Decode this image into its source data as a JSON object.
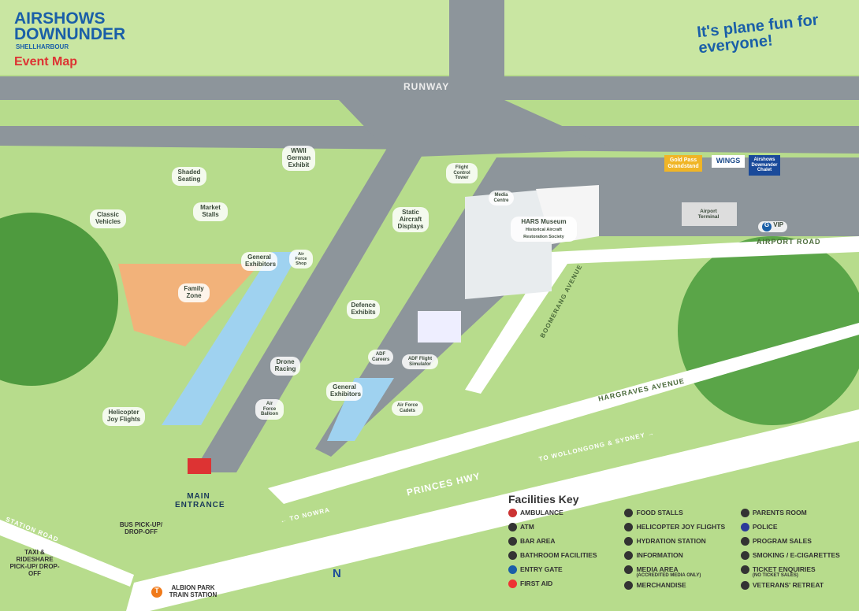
{
  "header": {
    "logo_title": "AIRSHOWS DOWNUNDER",
    "logo_subtitle": "SHELLHARBOUR",
    "map_title": "Event Map",
    "slogan": "It's plane fun for everyone!"
  },
  "roads": {
    "runway": "RUNWAY",
    "airport_road": "AIRPORT ROAD",
    "boomerang": "BOOMERANG AVENUE",
    "hargraves": "HARGRAVES AVENUE",
    "princes": "PRINCES HWY",
    "to_sydney": "TO WOLLONGONG & SYDNEY →",
    "to_nowra": "← TO NOWRA",
    "station_road": "STATION ROAD"
  },
  "places": {
    "wwii": "WWII German Exhibit",
    "seating": "Shaded Seating",
    "tower": "Flight Control Tower",
    "market": "Market Stalls",
    "classic": "Classic Vehicles",
    "static": "Static Aircraft Displays",
    "media": "Media Centre",
    "hars": "HARS Museum",
    "hars_sub": "Historical Aircraft Restoration Society",
    "gold": "Gold Pass Grandstand",
    "wings": "WINGS",
    "chalet": "Airshows Downunder Chalet",
    "terminal": "Airport Terminal",
    "vip": "VIP",
    "gen1": "General Exhibitors",
    "af_shop": "Air Force Shop",
    "family": "Family Zone",
    "defence": "Defence Exhibits",
    "drone": "Drone Racing",
    "adf_careers": "ADF Careers",
    "adf_sim": "ADF Flight Simulator",
    "gen2": "General Exhibitors",
    "balloon": "Air Force Balloon",
    "cadets": "Air Force Cadets",
    "heli": "Helicopter Joy Flights",
    "main": "MAIN ENTRANCE",
    "bus": "BUS PICK-UP/ DROP-OFF",
    "taxi": "TAXI & RIDESHARE PICK-UP/ DROP-OFF",
    "train": "ALBION PARK TRAIN STATION",
    "north": "N",
    "gate": "G",
    "train_icon": "T"
  },
  "key": {
    "title": "Facilities Key",
    "columns": [
      [
        {
          "label": "AMBULANCE",
          "icon": "ambulance-icon",
          "color": "#c33"
        },
        {
          "label": "ATM",
          "icon": "atm-icon"
        },
        {
          "label": "BAR AREA",
          "icon": "bar-icon"
        },
        {
          "label": "BATHROOM FACILITIES",
          "icon": "bathroom-icon"
        },
        {
          "label": "ENTRY GATE",
          "icon": "gate-icon",
          "color": "#1a5fa8"
        },
        {
          "label": "FIRST AID",
          "icon": "first-aid-icon",
          "color": "#e33"
        }
      ],
      [
        {
          "label": "FOOD STALLS",
          "icon": "food-icon"
        },
        {
          "label": "HELICOPTER JOY FLIGHTS",
          "icon": "helicopter-icon"
        },
        {
          "label": "HYDRATION STATION",
          "icon": "water-icon"
        },
        {
          "label": "INFORMATION",
          "icon": "info-icon"
        },
        {
          "label": "MEDIA AREA",
          "note": "(ACCREDITED MEDIA ONLY)",
          "icon": "media-icon"
        },
        {
          "label": "MERCHANDISE",
          "icon": "shirt-icon"
        }
      ],
      [
        {
          "label": "PARENTS ROOM",
          "icon": "parents-icon"
        },
        {
          "label": "POLICE",
          "icon": "police-icon",
          "color": "#2a3a9a"
        },
        {
          "label": "PROGRAM SALES",
          "icon": "program-icon"
        },
        {
          "label": "SMOKING / E-CIGARETTES",
          "icon": "smoking-icon"
        },
        {
          "label": "TICKET ENQUIRIES",
          "note": "(NO TICKET SALES)",
          "icon": "ticket-icon"
        },
        {
          "label": "VETERANS' RETREAT",
          "icon": "veterans-icon"
        }
      ]
    ]
  }
}
